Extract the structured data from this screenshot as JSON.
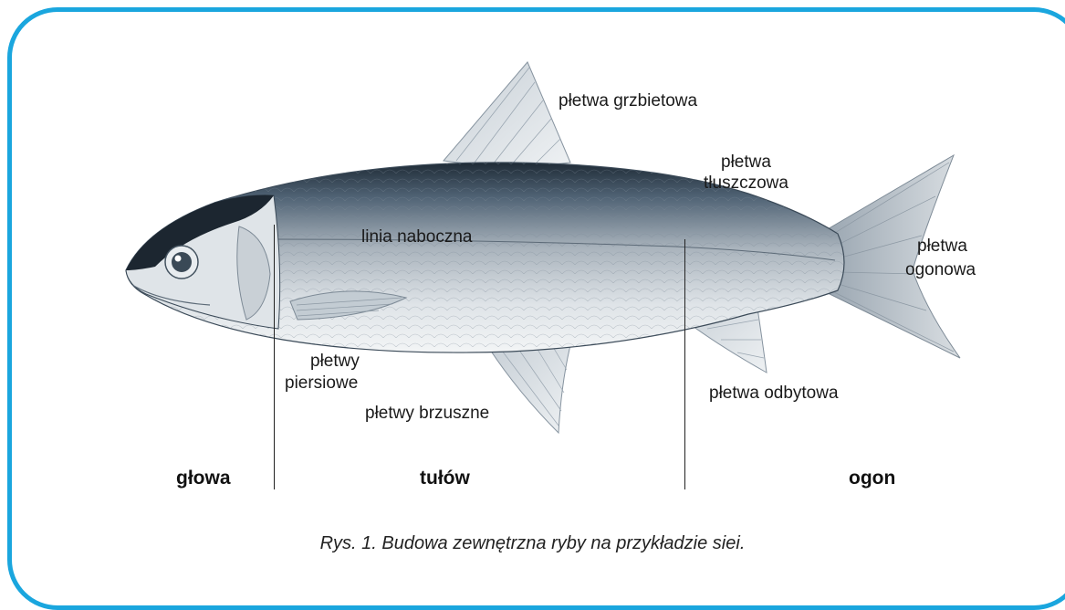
{
  "labels": {
    "dorsal_fin": "płetwa grzbietowa",
    "adipose_fin_1": "płetwa",
    "adipose_fin_2": "tłuszczowa",
    "caudal_fin_1": "płetwa",
    "caudal_fin_2": "ogonowa",
    "lateral_line": "linia naboczna",
    "pectoral_fins_1": "płetwy",
    "pectoral_fins_2": "piersiowe",
    "pelvic_fins": "płetwy brzuszne",
    "anal_fin": "płetwa odbytowa"
  },
  "sections": {
    "head": "głowa",
    "trunk": "tułów",
    "tail": "ogon"
  },
  "caption": "Rys. 1. Budowa zewnętrzna ryby na przykładzie siei.",
  "colors": {
    "frame": "#1aa6de",
    "fish_back": "#2b3c4c",
    "fish_belly": "#eef1f3"
  }
}
